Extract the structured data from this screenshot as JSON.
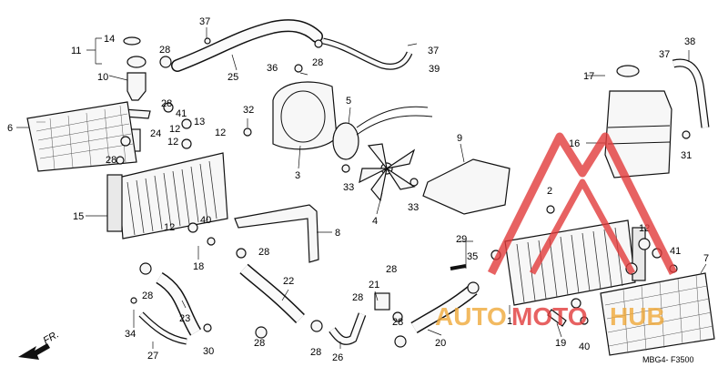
{
  "callouts": [
    "1",
    "2",
    "3",
    "4",
    "5",
    "6",
    "7",
    "8",
    "9",
    "10",
    "11",
    "12",
    "13",
    "14",
    "15",
    "16",
    "17",
    "18",
    "19",
    "20",
    "21",
    "22",
    "23",
    "24",
    "25",
    "26",
    "27",
    "28",
    "29",
    "30",
    "31",
    "32",
    "33",
    "34",
    "35",
    "36",
    "37",
    "38",
    "39",
    "40",
    "41"
  ],
  "extra_callouts": {
    "c12b": "12",
    "c12c": "12",
    "c12d": "12",
    "c12e": "12",
    "c28b": "28",
    "c28c": "28",
    "c28d": "28",
    "c28e": "28",
    "c28f": "28",
    "c28g": "28",
    "c28h": "28",
    "c28i": "28",
    "c28j": "28",
    "c28k": "28",
    "c33b": "33",
    "c37b": "37",
    "c37c": "37",
    "c40b": "40",
    "c41b": "41"
  },
  "front_arrow_label": "FR.",
  "diagram_code": "MBG4- F3500",
  "watermark": {
    "text": "AUTOMOTOHUB",
    "color_red": "#e23b3b",
    "color_orange": "#f0a93a"
  }
}
